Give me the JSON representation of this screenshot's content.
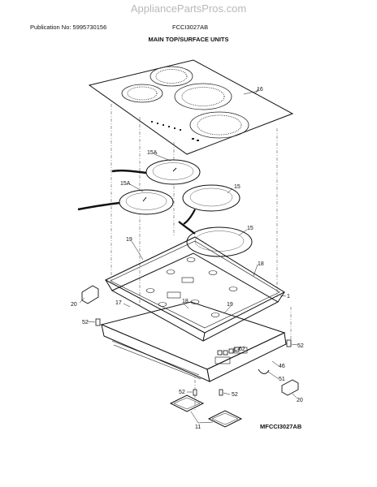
{
  "header": {
    "watermark": "AppliancePartsPros.com",
    "publication": "Publication No: 5995730156",
    "model": "FCCI3027AB",
    "title": "MAIN TOP/SURFACE UNITS"
  },
  "figure_ref": "MFCCI3027AB",
  "part_labels": {
    "p16": "16",
    "p15a_top": "15A",
    "p15a_mid": "15A",
    "p15_top": "15",
    "p15_bot": "15",
    "p19_left": "19",
    "p19_mid": "19",
    "p18_right": "18",
    "p18_mid": "18",
    "p1": "1",
    "p17": "17",
    "p20_left": "20",
    "p20_right": "20",
    "p52_left": "52",
    "p52_right": "52",
    "p52_bot_left": "52",
    "p52_bot_right": "52",
    "p62": "62",
    "p46": "46",
    "p51": "51",
    "p11": "11"
  }
}
